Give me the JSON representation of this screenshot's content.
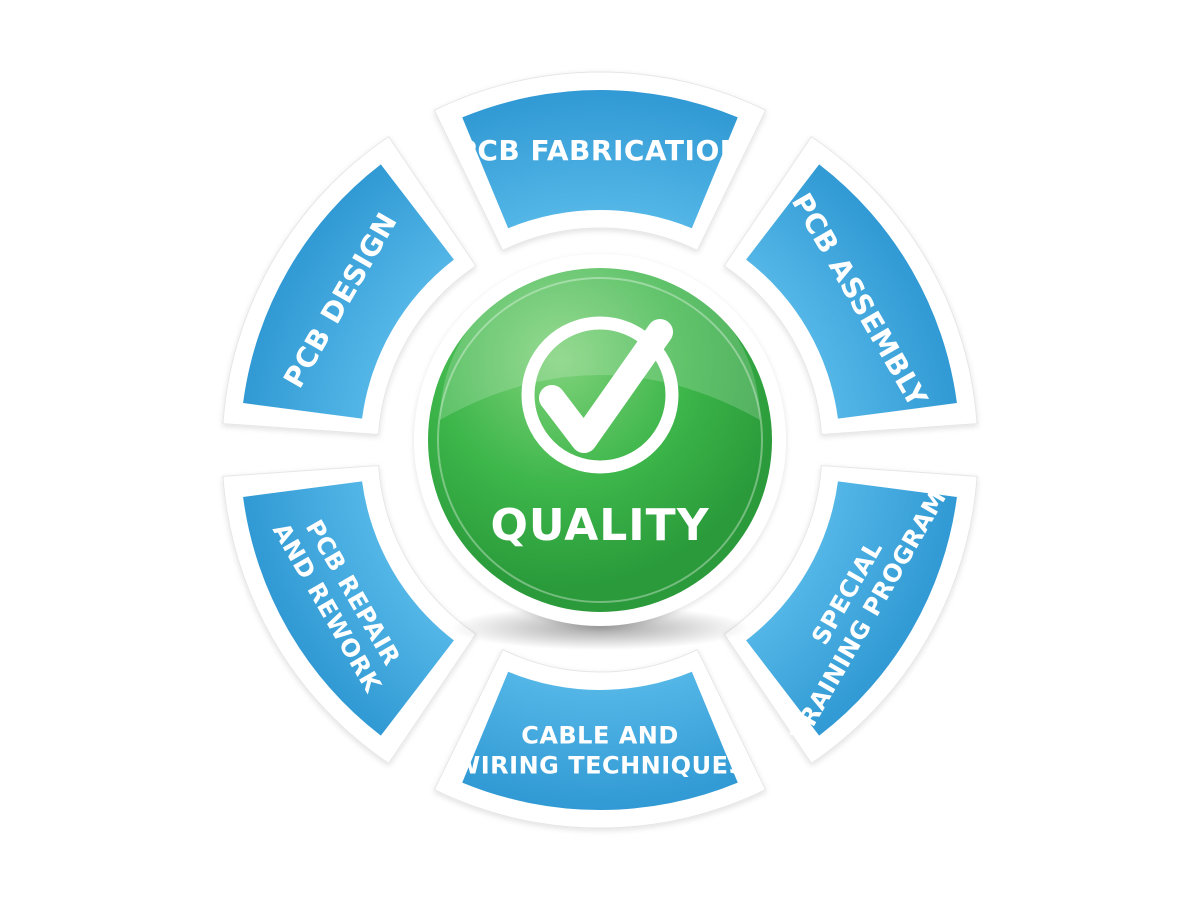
{
  "diagram": {
    "center": {
      "label": "QUALITY",
      "icon": "checkmark-circle-icon"
    },
    "segments": [
      {
        "id": "pcb-fabrication",
        "lines": [
          "PCB FABRICATION"
        ]
      },
      {
        "id": "pcb-assembly",
        "lines": [
          "PCB ASSEMBLY"
        ]
      },
      {
        "id": "special-training-programs",
        "lines": [
          "SPECIAL",
          "TRAINING PROGRAMS"
        ]
      },
      {
        "id": "cable-and-wiring-techniques",
        "lines": [
          "CABLE AND",
          "WIRING TECHNIQUES"
        ]
      },
      {
        "id": "pcb-repair-and-rework",
        "lines": [
          "PCB REPAIR",
          "AND REWORK"
        ]
      },
      {
        "id": "pcb-design",
        "lines": [
          "PCB DESIGN"
        ]
      }
    ],
    "colors": {
      "segment": "#2aa3df",
      "segment_light": "#5fc0ee",
      "segment_dark": "#1a86c6",
      "center": "#3db64a",
      "center_light": "#7fd27a",
      "center_dark": "#2a9a3a"
    }
  }
}
